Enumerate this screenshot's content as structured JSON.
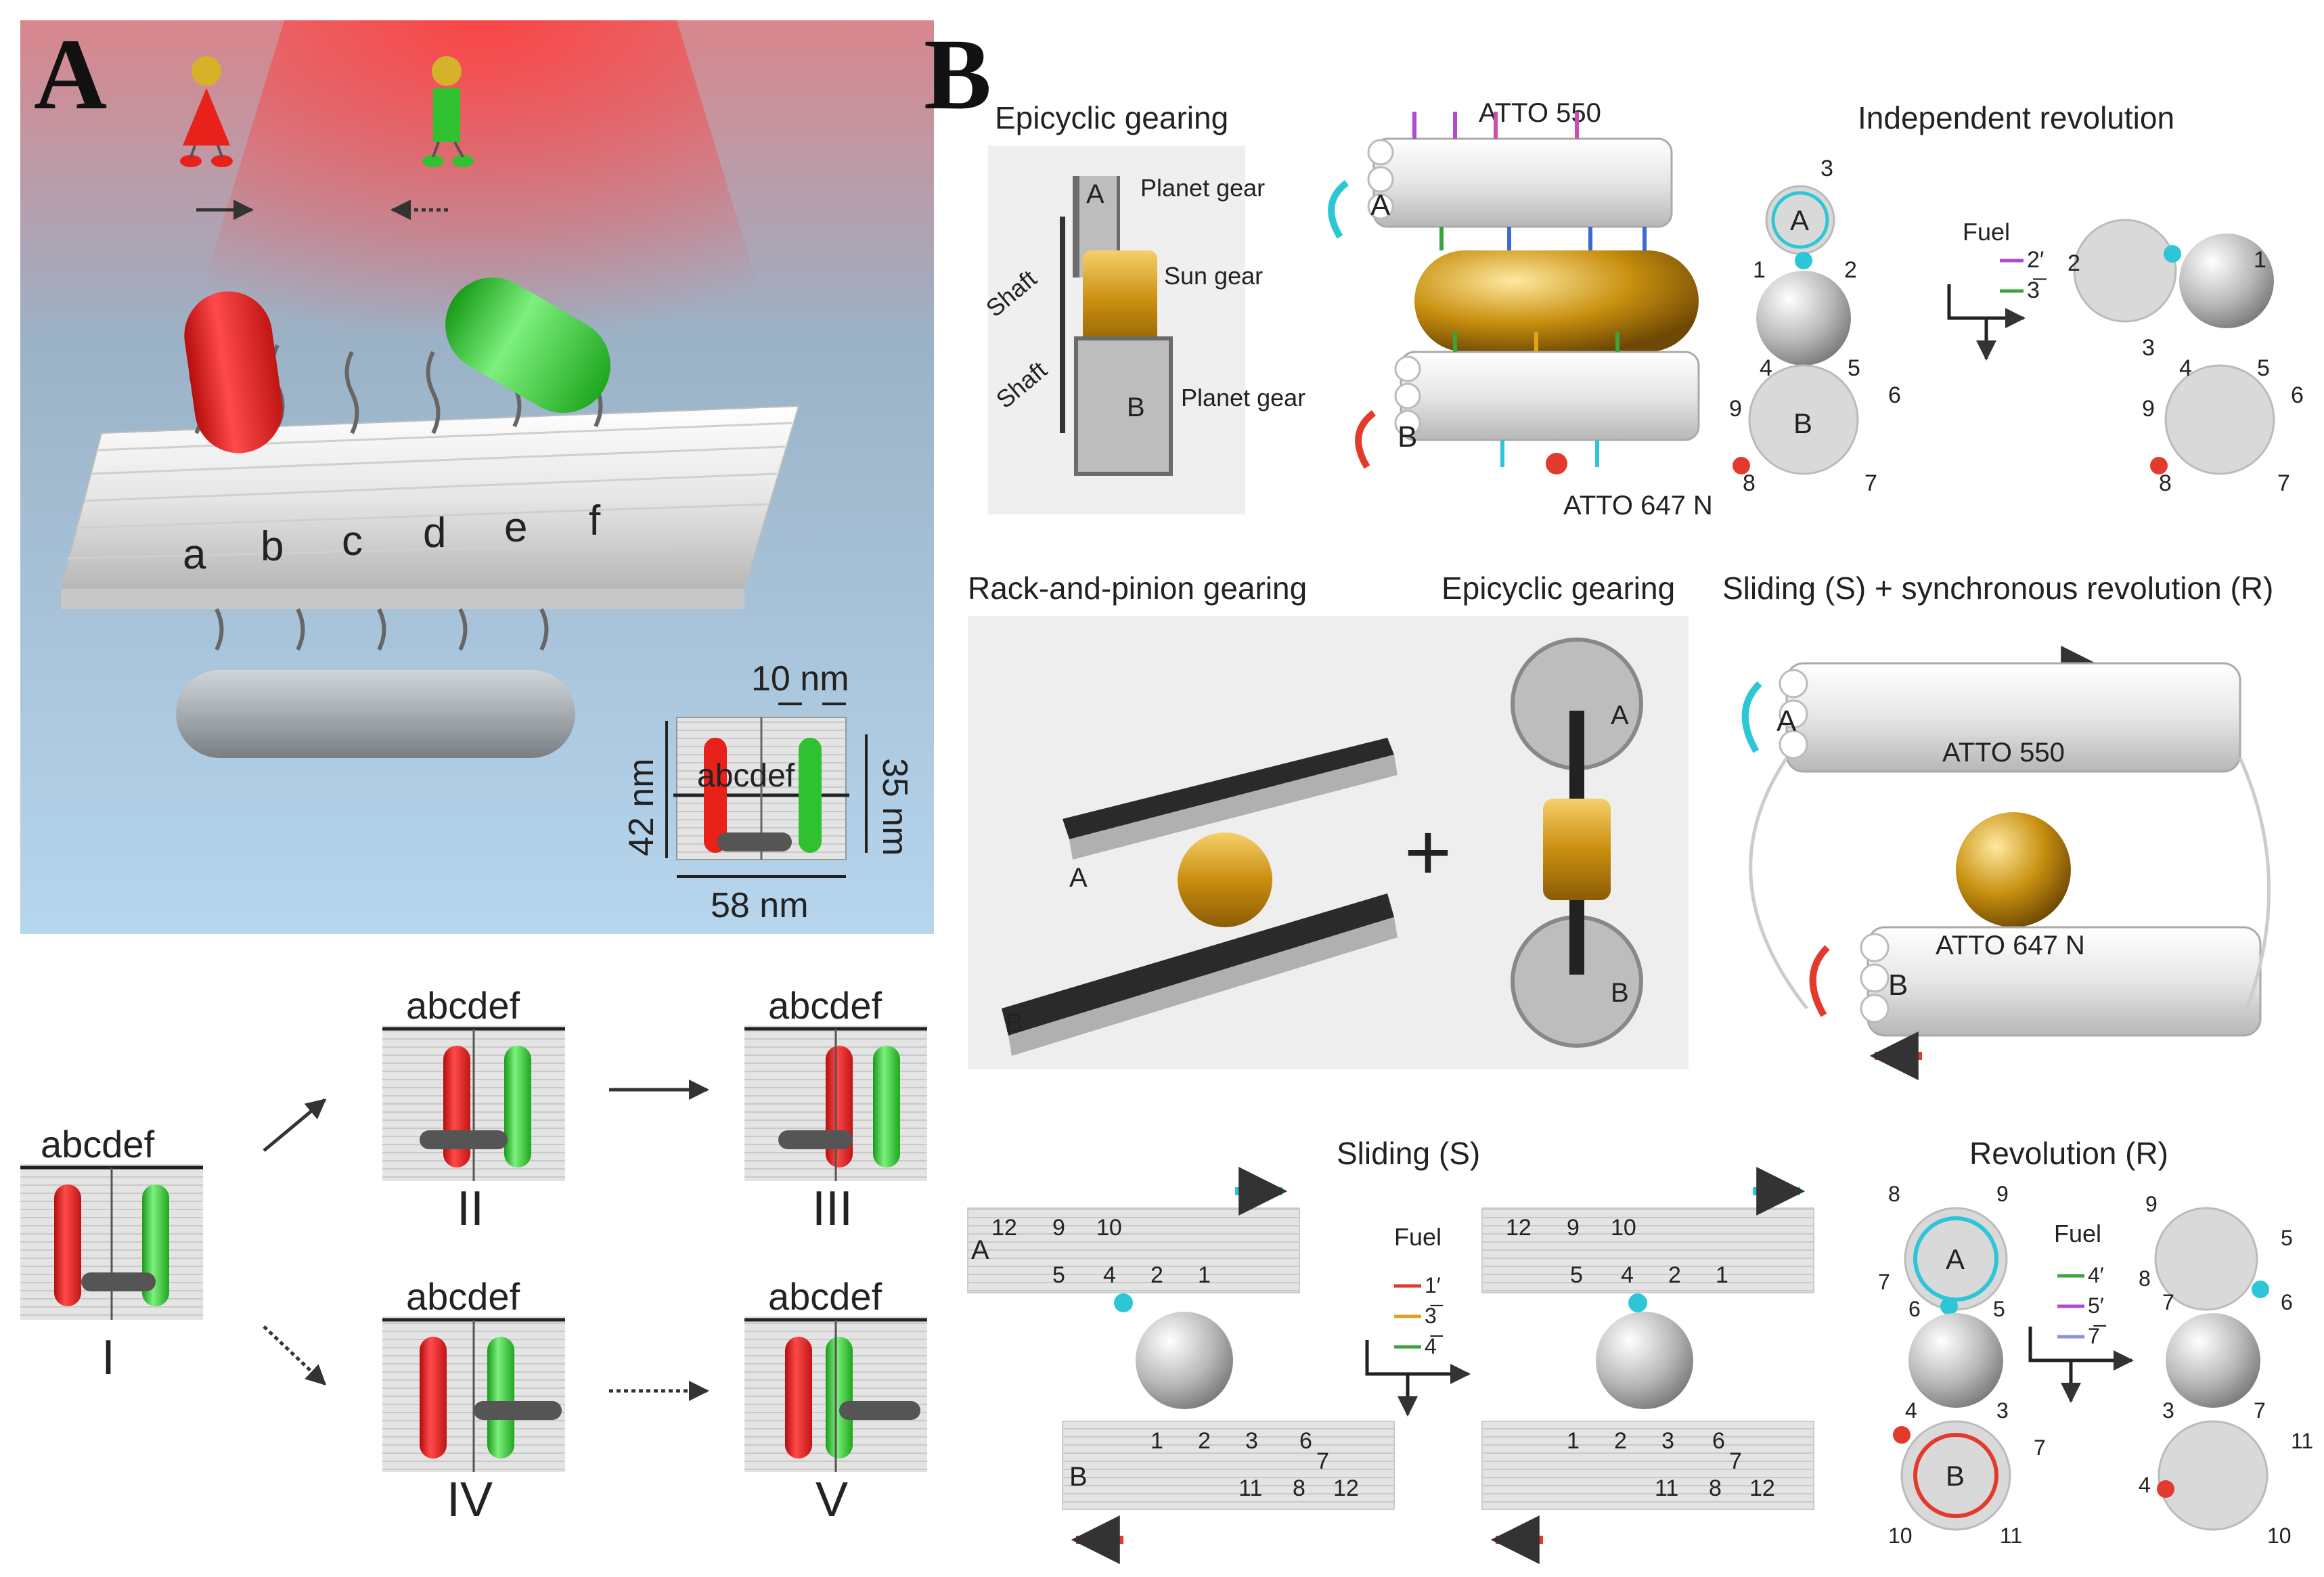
{
  "panels": {
    "A": {
      "letter": "A",
      "track_letters": [
        "a",
        "b",
        "c",
        "d",
        "e",
        "f"
      ],
      "dims": {
        "spacing": "10 nm",
        "height_inner": "35 nm",
        "height_outer": "42 nm",
        "width": "58 nm"
      },
      "inset_letters": "abcdef",
      "states": [
        {
          "roman": "I",
          "letters": "abcdef"
        },
        {
          "roman": "II",
          "letters": "abcdef"
        },
        {
          "roman": "III",
          "letters": "abcdef"
        },
        {
          "roman": "IV",
          "letters": "abcdef"
        },
        {
          "roman": "V",
          "letters": "abcdef"
        }
      ]
    },
    "B": {
      "letter": "B",
      "top": {
        "epicyclic_title": "Epicyclic gearing",
        "planet_gear": "Planet gear",
        "sun_gear": "Sun gear",
        "shaft": "Shaft",
        "gear_A": "A",
        "gear_B": "B",
        "atto550": "ATTO 550",
        "atto647": "ATTO 647 N",
        "indep_title": "Independent revolution",
        "fuel": "Fuel",
        "fuel_strands": [
          "2′",
          "3̅"
        ],
        "left_nums": [
          "3",
          "1",
          "2",
          "4",
          "5",
          "9",
          "6",
          "8",
          "7"
        ],
        "right_nums": [
          "2",
          "1",
          "3",
          "4",
          "5",
          "9",
          "6",
          "8",
          "7"
        ]
      },
      "middle": {
        "rack_title": "Rack-and-pinion gearing",
        "epicyclic_title": "Epicyclic gearing",
        "plus": "+",
        "sliding_title": "Sliding (S) + synchronous revolution (R)",
        "atto550": "ATTO 550",
        "atto647": "ATTO 647 N",
        "A": "A",
        "B": "B"
      },
      "bottom": {
        "sliding_title": "Sliding (S)",
        "revolution_title": "Revolution (R)",
        "fuel": "Fuel",
        "slide_fuel": [
          "1′",
          "3̅",
          "4̅"
        ],
        "rev_fuel": [
          "4′",
          "5′",
          "7̅"
        ],
        "top_nums": [
          "12",
          "9",
          "10"
        ],
        "mid_nums": [
          "5",
          "4",
          "2",
          "1"
        ],
        "lower_nums": [
          "1",
          "2",
          "3",
          "6",
          "7"
        ],
        "bottom_nums": [
          "11",
          "8",
          "12"
        ],
        "rev_left": [
          "8",
          "9",
          "7",
          "6",
          "5",
          "4",
          "3",
          "7",
          "10",
          "11"
        ],
        "rev_right": [
          "9",
          "5",
          "8",
          "7",
          "6",
          "3",
          "7",
          "4",
          "11",
          "10"
        ],
        "A": "A",
        "B": "B"
      }
    }
  },
  "colors": {
    "red_motor": "#e8211b",
    "green_motor": "#2fc12f",
    "gold": "#e0a31c",
    "cyan": "#2dc6d6",
    "red_arrow": "#e33a2e"
  }
}
